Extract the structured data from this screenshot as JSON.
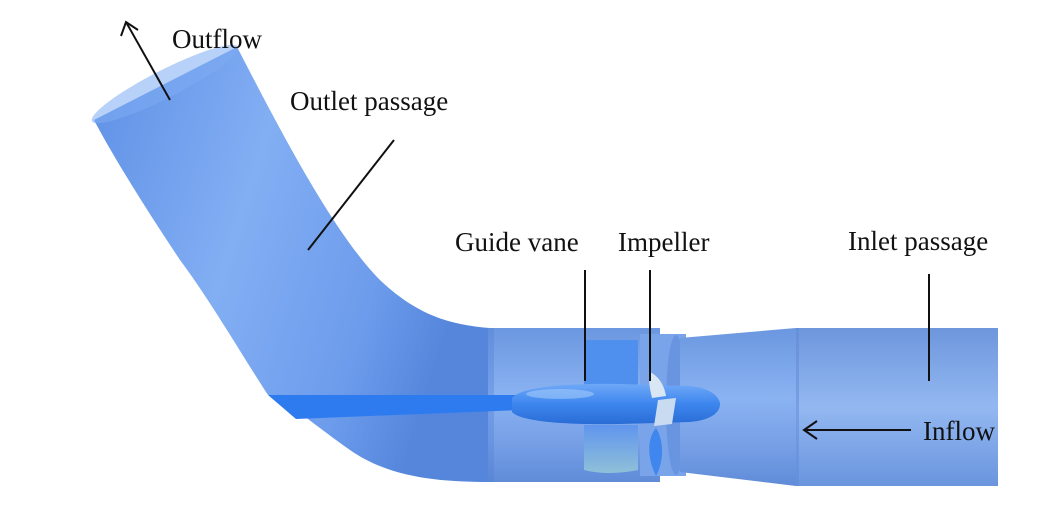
{
  "labels": {
    "outflow": "Outflow",
    "outlet_passage": "Outlet passage",
    "guide_vane": "Guide vane",
    "impeller": "Impeller",
    "inlet_passage": "Inlet passage",
    "inflow": "Inflow"
  },
  "colors": {
    "passage_body": "#6f9fec",
    "passage_light": "#9cc1f7",
    "passage_dark": "#4f7fd4",
    "shaft": "#2f7ff0",
    "hub": "#4d93f2",
    "line": "#111111"
  }
}
